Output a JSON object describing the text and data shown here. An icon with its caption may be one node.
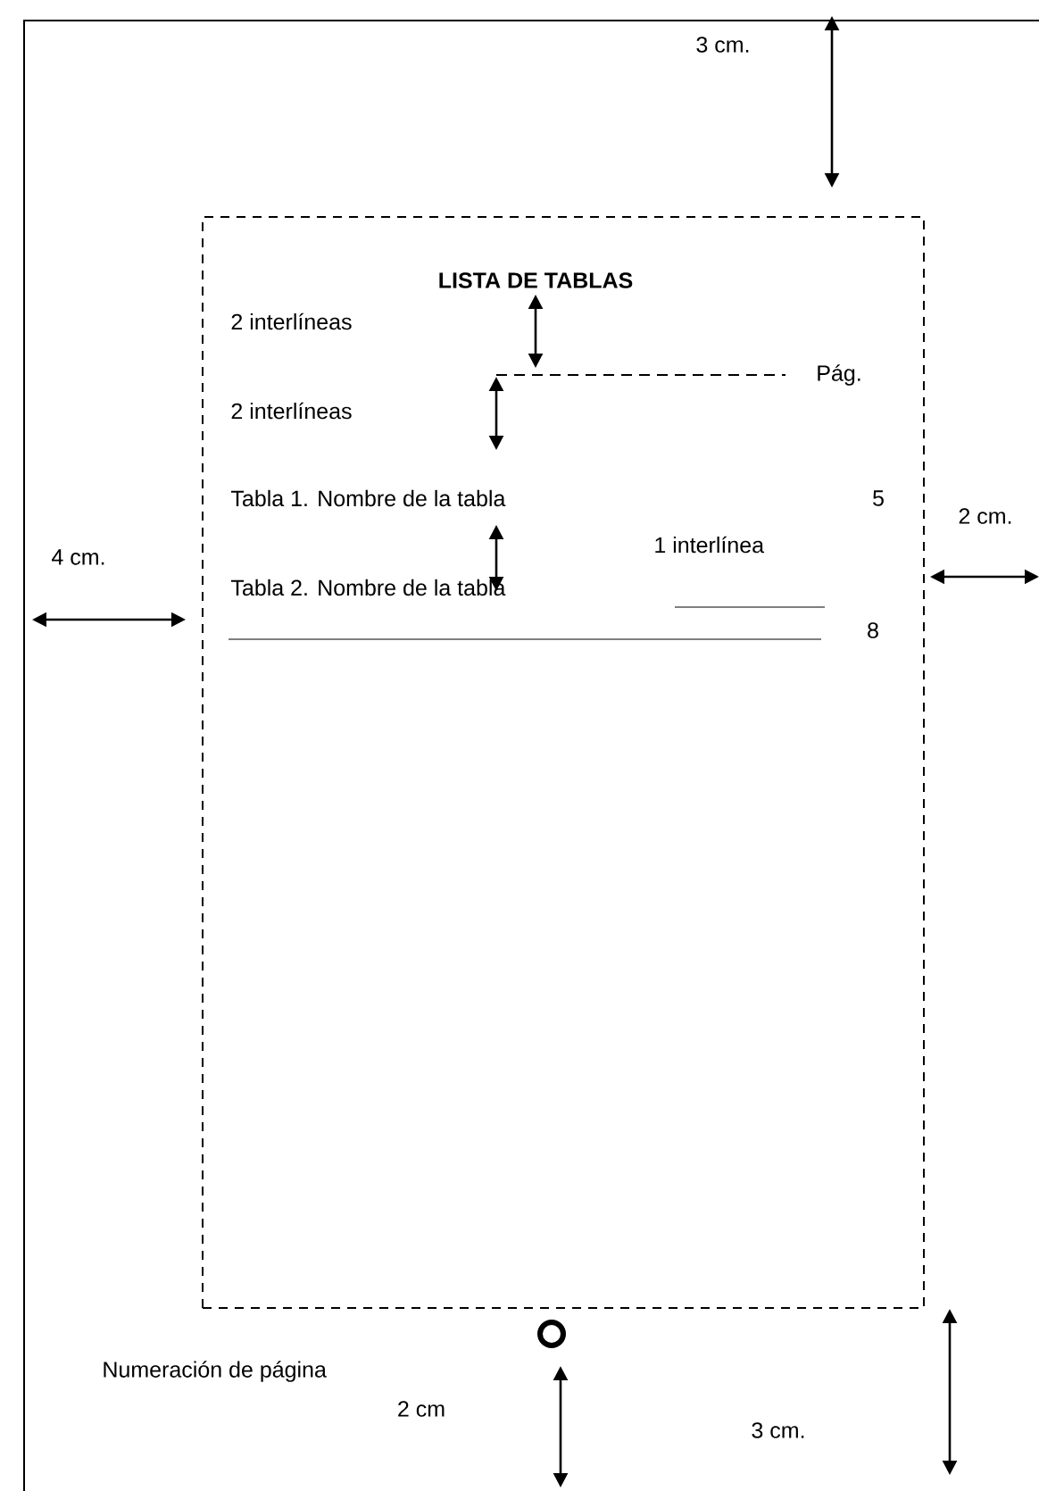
{
  "diagram": {
    "nodes": [
      {
        "text": [],
        "shape": "box"
      },
      {
        "text": [],
        "shape": "box",
        "in": 0
      },
      {
        "text": [],
        "shape": "circle",
        "in": 0
      }
    ],
    "labels": [
      "3 cm.",
      "LISTA DE TABLAS",
      "2 interlíneas",
      "Pág.",
      "2 interlíneas",
      "Tabla 1. Nombre de la tabla",
      "5",
      "2 cm.",
      "1 interlínea",
      "4 cm.",
      "Tabla 2. Nombre de la tabla",
      "8",
      "Numeración de página",
      "2 cm",
      "3 cm."
    ]
  }
}
